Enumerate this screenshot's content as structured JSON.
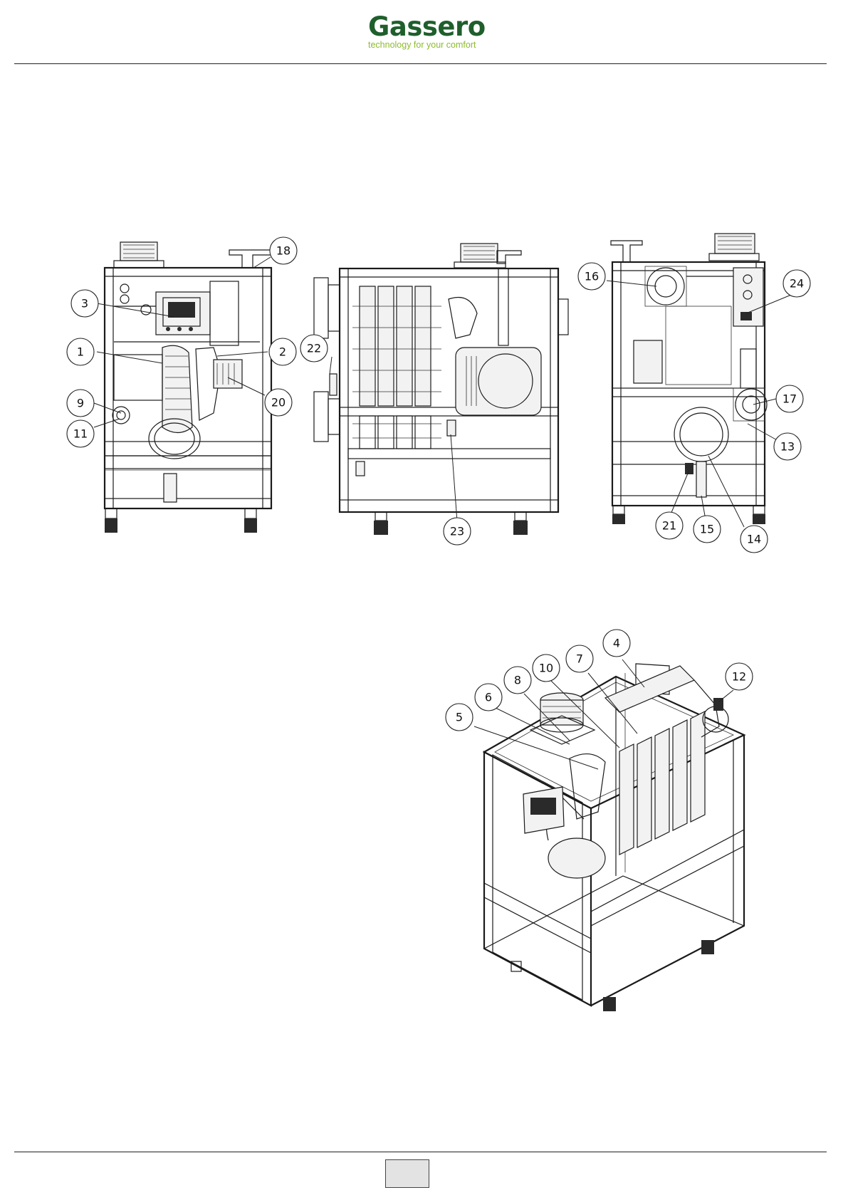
{
  "header": {
    "brand": "Gassero",
    "tagline": "technology for your comfort"
  },
  "figure": {
    "front_view_callouts": [
      "18",
      "3",
      "1",
      "2",
      "22",
      "20",
      "9",
      "11"
    ],
    "side_view_callouts": [
      "23"
    ],
    "rear_view_callouts": [
      "16",
      "24",
      "17",
      "13",
      "21",
      "15",
      "14"
    ],
    "iso_view_callouts": [
      "4",
      "7",
      "10",
      "8",
      "6",
      "5",
      "12"
    ]
  },
  "footer": {
    "page_number": ""
  }
}
